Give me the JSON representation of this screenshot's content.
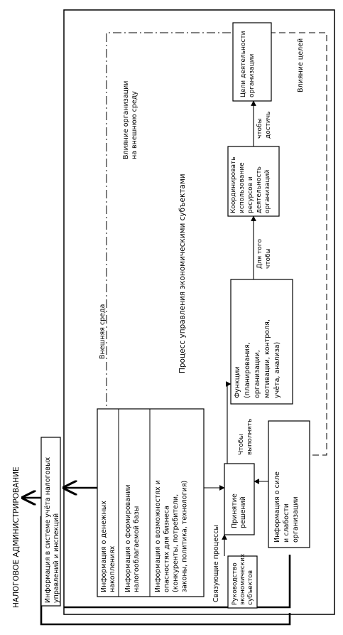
{
  "nodes": {
    "admin": [
      "НАЛОГОВОЕ АДМИНИСТРИРОВАНИЕ"
    ],
    "tax_info": [
      "Информация в системе учёта налоговых",
      "управлений и инспекций"
    ],
    "money_info": [
      "Информация о денежных",
      "накоплениях"
    ],
    "base_info": [
      "Информация о формировании",
      "налогооблагаемой базы"
    ],
    "biz_info": [
      "Информация о возможностях и",
      "опасностях для бизнеса",
      "(конкуренты, потребители,",
      "законы, политика, технология)"
    ],
    "strength_info": [
      "Информация о силе",
      "и слабости",
      "организации"
    ],
    "management": [
      "Руководство",
      "экономических",
      "субъектов"
    ],
    "decisions": [
      "Принятие",
      "решений"
    ],
    "functions": [
      "Функции",
      "(планирования,",
      "организации,",
      "мотивации, контроля,",
      "учёта, анализа)"
    ],
    "coordinate": [
      "Координировать",
      "использование",
      "ресурсов и",
      "деятельность",
      "организаций"
    ],
    "goals": [
      "Цели деятельности",
      "организации"
    ]
  },
  "labels": {
    "linking": [
      "Связующие процессы"
    ],
    "external": [
      "Внешняя среда"
    ],
    "process": [
      "Процесс управления экономическими субъектами"
    ],
    "influence_org": [
      "Влияние организации",
      "на внешнюю среду"
    ],
    "influence_goals": [
      "Влияние целей"
    ],
    "to_execute": [
      "Чтобы",
      "выполнять"
    ],
    "in_order": [
      "Для того",
      "чтобы"
    ],
    "to_reach": [
      "чтобы",
      "достичь"
    ]
  }
}
